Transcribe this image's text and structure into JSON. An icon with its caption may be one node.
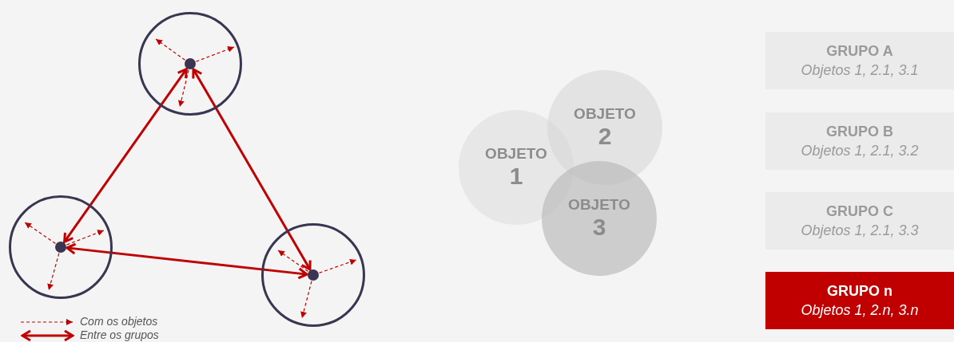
{
  "diagram": {
    "nodes": [
      {
        "text": [],
        "shape": "circle"
      },
      {
        "text": [],
        "shape": "circle",
        "in": 0
      },
      {
        "text": [],
        "shape": "circle"
      },
      {
        "text": [],
        "shape": "circle",
        "in": 2
      },
      {
        "text": [],
        "shape": "circle"
      },
      {
        "text": [],
        "shape": "circle",
        "in": 4
      },
      {
        "text": [
          "OBJETO",
          "1"
        ]
      },
      {
        "text": [
          "OBJETO",
          "2"
        ]
      },
      {
        "text": [
          "OBJETO",
          "3"
        ]
      },
      {
        "text": [
          "GRUPO A",
          "Objetos 1, 2.1, 3.1"
        ]
      },
      {
        "text": [
          "GRUPO B",
          "Objetos 1, 2.1, 3.2"
        ]
      },
      {
        "text": [
          "GRUPO C",
          "Objetos 1, 2.1, 3.3"
        ]
      },
      {
        "text": [
          "GRUPO n",
          "Objetos 1, 2.n, 3.n"
        ]
      }
    ],
    "edges": [
      {
        "from": 1,
        "to": 3,
        "arrow": "both",
        "style": "thick"
      },
      {
        "from": 1,
        "to": 5,
        "arrow": "both",
        "style": "thick"
      },
      {
        "from": 3,
        "to": 5,
        "arrow": "both",
        "style": "thick"
      },
      {
        "from": 1,
        "to": null,
        "arrow": "to",
        "style": "dashed"
      },
      {
        "from": 1,
        "to": null,
        "arrow": "to",
        "style": "dashed"
      },
      {
        "from": 1,
        "to": null,
        "arrow": "to",
        "style": "dashed"
      },
      {
        "from": 3,
        "to": null,
        "arrow": "to",
        "style": "dashed"
      },
      {
        "from": 3,
        "to": null,
        "arrow": "to",
        "style": "dashed"
      },
      {
        "from": 3,
        "to": null,
        "arrow": "to",
        "style": "dashed"
      },
      {
        "from": 5,
        "to": null,
        "arrow": "to",
        "style": "dashed"
      },
      {
        "from": 5,
        "to": null,
        "arrow": "to",
        "style": "dashed"
      },
      {
        "from": 5,
        "to": null,
        "arrow": "to",
        "style": "dashed"
      }
    ],
    "legend": [
      {
        "text": "Com os objetos"
      },
      {
        "text": "Entre os grupos"
      }
    ]
  }
}
